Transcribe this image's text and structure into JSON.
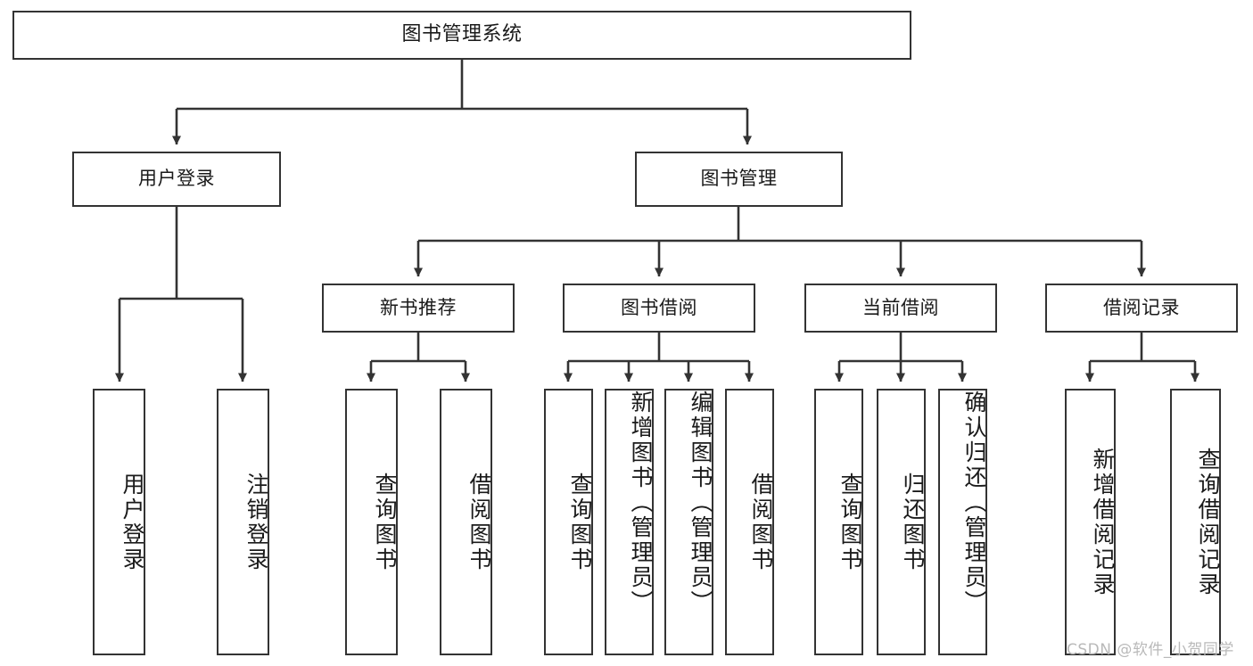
{
  "diagram": {
    "type": "hierarchy-tree",
    "title_node": "图书管理系统",
    "watermark": "CSDN @软件_小贺同学",
    "colors": {
      "box_stroke": "#333333",
      "box_fill": "#ffffff",
      "edge": "#333333",
      "text": "#1a1a1a",
      "watermark": "#b9b9b9"
    },
    "levels": [
      {
        "level": 1,
        "nodes": [
          {
            "id": "root",
            "label": "图书管理系统",
            "orientation": "horizontal"
          }
        ]
      },
      {
        "level": 2,
        "nodes": [
          {
            "id": "login",
            "label": "用户登录",
            "orientation": "horizontal",
            "parent": "root"
          },
          {
            "id": "bookmgmt",
            "label": "图书管理",
            "orientation": "horizontal",
            "parent": "root"
          }
        ]
      },
      {
        "level": 3,
        "nodes": [
          {
            "id": "newrec",
            "label": "新书推荐",
            "orientation": "horizontal",
            "parent": "bookmgmt"
          },
          {
            "id": "borrow",
            "label": "图书借阅",
            "orientation": "horizontal",
            "parent": "bookmgmt"
          },
          {
            "id": "current",
            "label": "当前借阅",
            "orientation": "horizontal",
            "parent": "bookmgmt"
          },
          {
            "id": "records",
            "label": "借阅记录",
            "orientation": "horizontal",
            "parent": "bookmgmt"
          }
        ]
      },
      {
        "level": 4,
        "nodes": [
          {
            "id": "l1",
            "label": "用户登录",
            "orientation": "vertical",
            "parent": "login"
          },
          {
            "id": "l2",
            "label": "注销登录",
            "orientation": "vertical",
            "parent": "login"
          },
          {
            "id": "n1",
            "label": "查询图书",
            "orientation": "vertical",
            "parent": "newrec"
          },
          {
            "id": "n2",
            "label": "借阅图书",
            "orientation": "vertical",
            "parent": "newrec"
          },
          {
            "id": "b1",
            "label": "查询图书",
            "orientation": "vertical",
            "parent": "borrow"
          },
          {
            "id": "b2",
            "label": "新增图书（管理员）",
            "orientation": "vertical",
            "parent": "borrow"
          },
          {
            "id": "b3",
            "label": "编辑图书（管理员）",
            "orientation": "vertical",
            "parent": "borrow"
          },
          {
            "id": "b4",
            "label": "借阅图书",
            "orientation": "vertical",
            "parent": "borrow"
          },
          {
            "id": "c1",
            "label": "查询图书",
            "orientation": "vertical",
            "parent": "current"
          },
          {
            "id": "c2",
            "label": "归还图书",
            "orientation": "vertical",
            "parent": "current"
          },
          {
            "id": "c3",
            "label": "确认归还（管理员）",
            "orientation": "vertical",
            "parent": "current"
          },
          {
            "id": "r1",
            "label": "新增借阅记录",
            "orientation": "vertical",
            "parent": "records"
          },
          {
            "id": "r2",
            "label": "查询借阅记录",
            "orientation": "vertical",
            "parent": "records"
          }
        ]
      }
    ]
  }
}
